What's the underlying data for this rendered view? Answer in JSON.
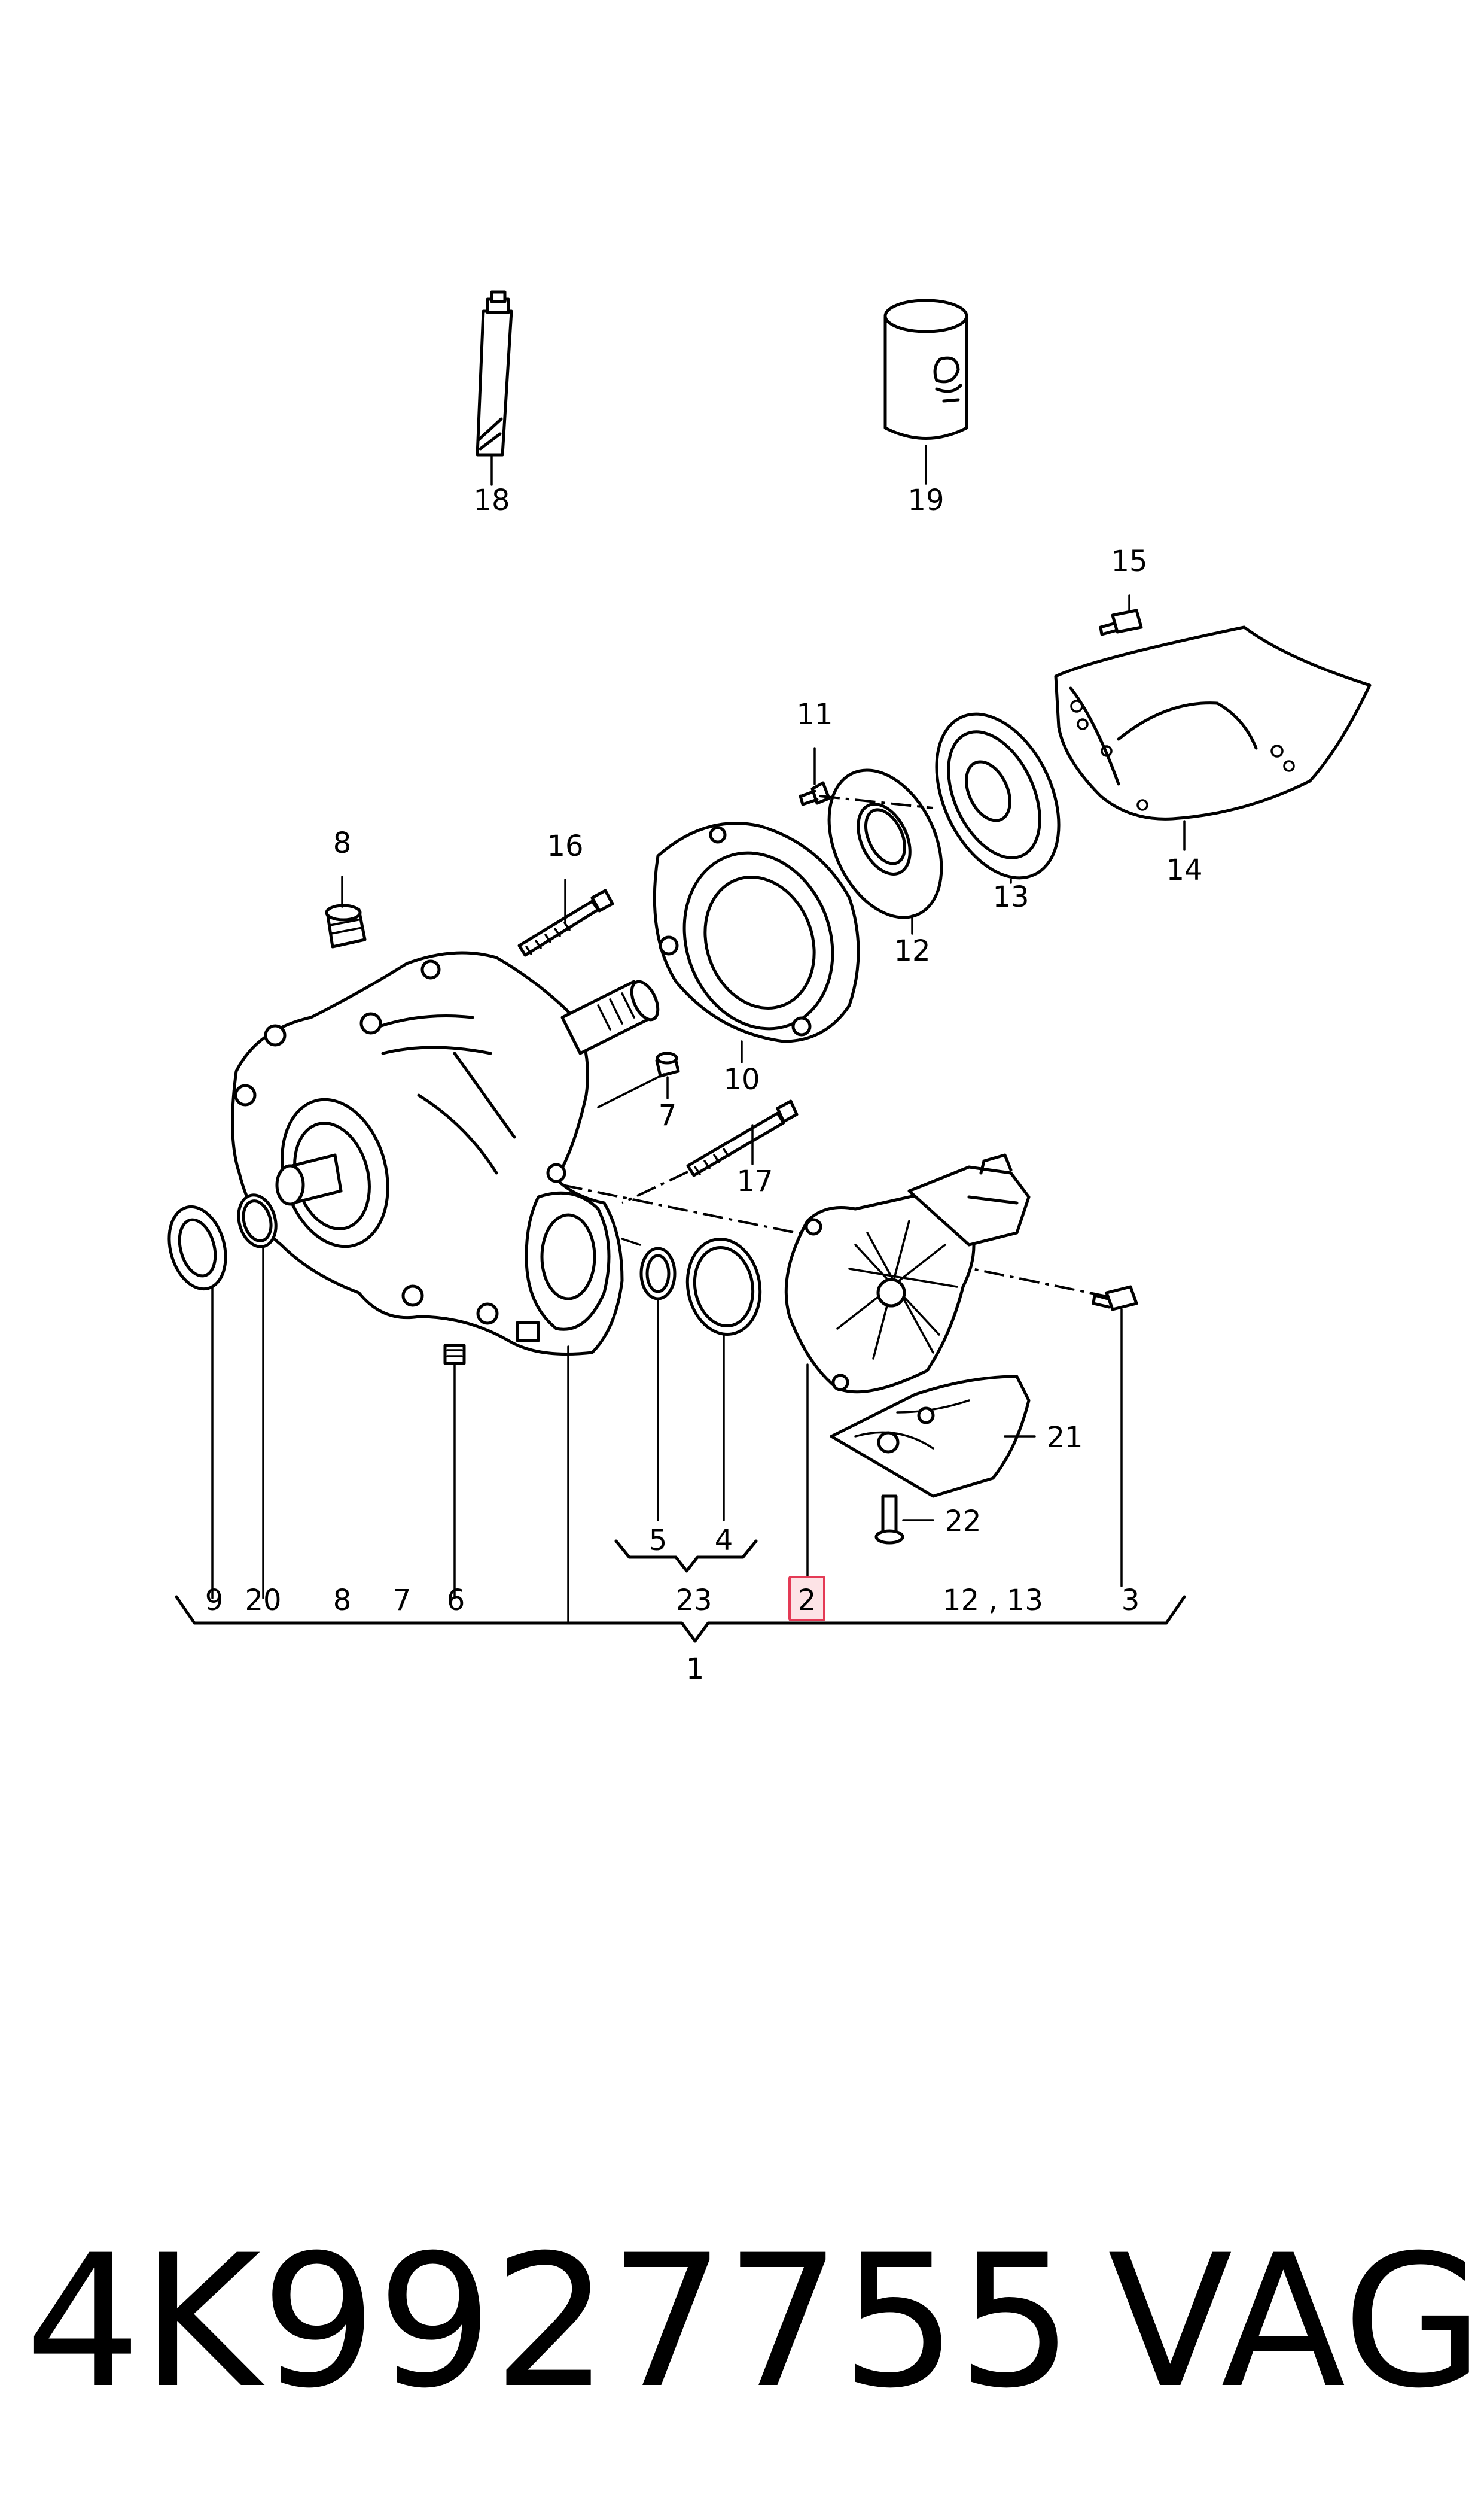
{
  "callouts": {
    "c1": "1",
    "c2": "2",
    "c3": "3",
    "c4": "4",
    "c5": "5",
    "c6": "6",
    "c7": "7",
    "c8": "8",
    "c9": "9",
    "c10": "10",
    "c11": "11",
    "c12": "12",
    "c13": "13",
    "c14": "14",
    "c15": "15",
    "c16": "16",
    "c17": "17",
    "c18": "18",
    "c19": "19",
    "c20": "20",
    "c21": "21",
    "c22": "22",
    "c23": "23"
  },
  "summary_row": {
    "r9": "9",
    "r20": "20",
    "r8": "8",
    "r7": "7",
    "r6": "6",
    "r23": "23",
    "r2": "2",
    "r12_13": "12 , 13",
    "r3": "3"
  },
  "highlight": {
    "part": "2",
    "color": "#e43a55"
  },
  "footer": {
    "part_number": "4K9927755",
    "brand": "VAG"
  }
}
